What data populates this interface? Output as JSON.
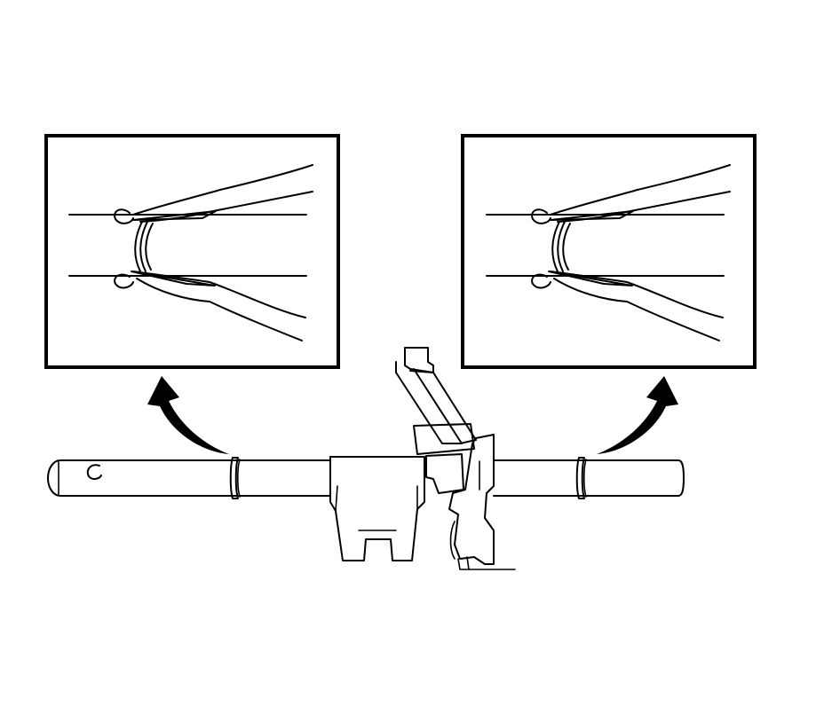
{
  "figure": {
    "description_label": "",
    "colors": {
      "ink": "#000000",
      "paper": "#ffffff"
    },
    "icons": {
      "left_arrow": "curved-arrow-up-left",
      "right_arrow": "curved-arrow-up-right",
      "pliers": "snap-ring-pliers"
    }
  }
}
